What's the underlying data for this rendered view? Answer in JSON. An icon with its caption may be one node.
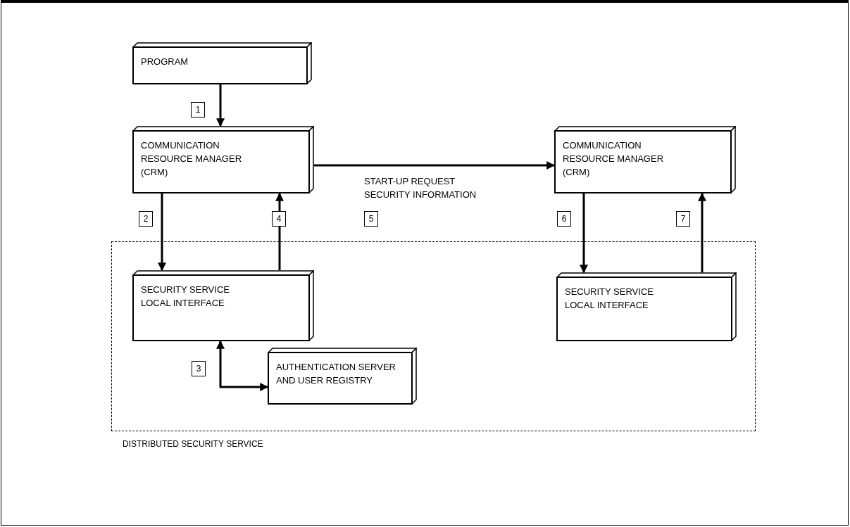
{
  "diagram": {
    "nodes": [
      {
        "text": [
          "PROGRAM"
        ]
      },
      {
        "text": [
          "COMMUNICATION RESOURCE MANAGER (CRM)"
        ]
      },
      {
        "text": [
          "COMMUNICATION RESOURCE MANAGER (CRM)"
        ]
      },
      {
        "text": [
          "DISTRIBUTED SECURITY SERVICE"
        ]
      },
      {
        "text": [
          "SECURITY SERVICE LOCAL INTERFACE"
        ],
        "in": 3
      },
      {
        "text": [
          "AUTHENTICATION SERVER AND USER REGISTRY"
        ],
        "in": 3
      },
      {
        "text": [
          "SECURITY SERVICE LOCAL INTERFACE"
        ],
        "in": 3
      }
    ],
    "edges": [
      {
        "from": 0,
        "to": 1,
        "arrow": "to"
      },
      {
        "from": 1,
        "to": 4,
        "arrow": "to"
      },
      {
        "from": 4,
        "to": 1,
        "arrow": "to"
      },
      {
        "from": 4,
        "to": 5,
        "arrow": "both"
      },
      {
        "from": 1,
        "to": 2,
        "arrow": "to",
        "label": "START-UP REQUEST SECURITY INFORMATION"
      },
      {
        "from": 2,
        "to": 6,
        "arrow": "to"
      },
      {
        "from": 6,
        "to": 2,
        "arrow": "to"
      }
    ],
    "labels": [
      "1",
      "2",
      "4",
      "5",
      "6",
      "7",
      "3"
    ]
  }
}
